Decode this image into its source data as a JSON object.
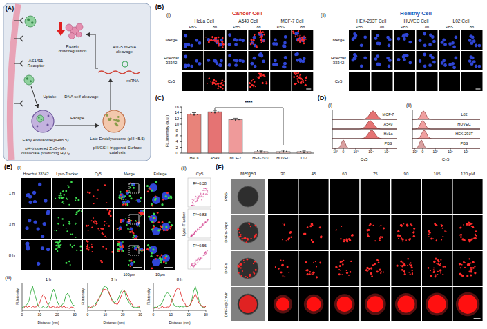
{
  "diagram": {
    "labels": [
      "(A)",
      "Protein downregulation",
      "ATG5 mRNA cleavage",
      "mRNA",
      "DNA self-cleavage",
      "AS1411 Receptor",
      "Uptake",
      "Escape",
      "Early endosome(pH=6.5)",
      "pH-triggered ZnO₂-Mn dissociate producing H₂O₂",
      "Late Endolysosome (pH <5.5)",
      "pH/GSH-triggered Surface catalysis",
      "(B)",
      "(i)",
      "Cancer Cell",
      "HeLa Cell",
      "A549 Cell",
      "MCF-7 Cell",
      "Merge",
      "Hoechst 33342",
      "Cy5",
      "PBS",
      "8h",
      "PBS",
      "8h",
      "PBS",
      "8h",
      "(ii)",
      "Healthy Cell",
      "HEK-293T Cell",
      "HUVEC Cell",
      "L02 Cell",
      "Merge",
      "Hoechst 33342",
      "Cy5",
      "PBS",
      "8h",
      "PBS",
      "8h",
      "PBS",
      "8h",
      "(C)",
      "FL.Intensity (a.u.)",
      "0",
      "2",
      "4",
      "6",
      "8",
      "10",
      "12",
      "14",
      "16",
      "HeLa",
      "A549",
      "MCF-7",
      "HEK-293T",
      "HUVEC",
      "L02",
      "****",
      "(D)",
      "(i)",
      "MCF-7",
      "A549",
      "HeLa",
      "PBS",
      "Cy5",
      "-10³",
      "0",
      "10³",
      "10⁴",
      "10⁵",
      "(ii)",
      "L02",
      "HUVEC",
      "HEK-293T",
      "PBS",
      "Cy5",
      "-10³",
      "0",
      "10³",
      "10⁴",
      "10⁵",
      "(E)",
      "(i)",
      "Hoechst 33342",
      "Lyso-Tracker",
      "Cy5",
      "Merge",
      "Enlarge",
      "1 h",
      "3 h",
      "8 h",
      "100μm",
      "10μm",
      "(ii)",
      "Cy5",
      "Lyso-Tracker",
      "R²=0.38",
      "R²=0.83",
      "R²=0.56",
      "(iii)",
      "1 h",
      "3 h",
      "8 h",
      "Fl.Intensity",
      "Fl.Intensity",
      "Fl.Intensity",
      "Distance (nm)",
      "Distance (nm)",
      "Distance (nm)",
      "0",
      "10",
      "20",
      "30",
      "0",
      "10",
      "20",
      "30",
      "0",
      "10",
      "20",
      "30",
      "(F)",
      "Merged",
      "30",
      "45",
      "60",
      "75",
      "90",
      "105",
      "120 μM",
      "PBS",
      "DNFs-nApt",
      "DNFs",
      "DNFs@ZnMn"
    ]
  }
}
